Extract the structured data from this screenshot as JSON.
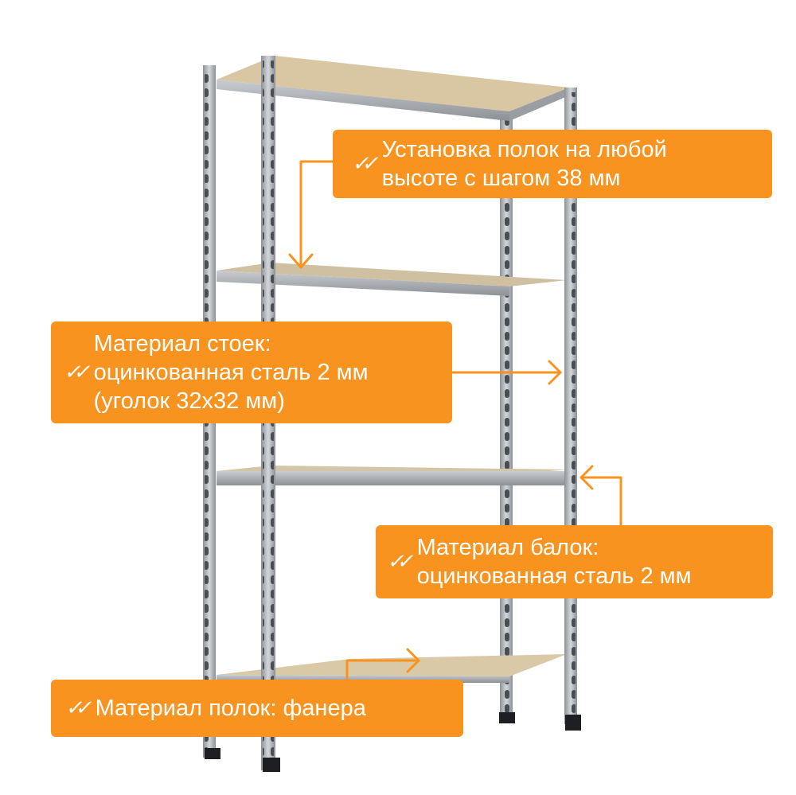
{
  "callouts": [
    {
      "id": "shelf-height",
      "lines": [
        "Установка полок на любой",
        "высоте с шагом 38 мм"
      ]
    },
    {
      "id": "post-material",
      "lines": [
        "Материал стоек:",
        "оцинкованная сталь 2 мм",
        "(уголок 32x32 мм)"
      ]
    },
    {
      "id": "beam-material",
      "lines": [
        "Материал балок:",
        "оцинкованная сталь 2 мм"
      ]
    },
    {
      "id": "shelf-material",
      "lines": [
        "Материал полок: фанера"
      ]
    }
  ],
  "icons": {
    "check": "double-check-icon"
  },
  "colors": {
    "accent": "#f7931e",
    "text": "#ffffff",
    "steel": "#a9acb0",
    "plywood": "#d9c7a3"
  }
}
